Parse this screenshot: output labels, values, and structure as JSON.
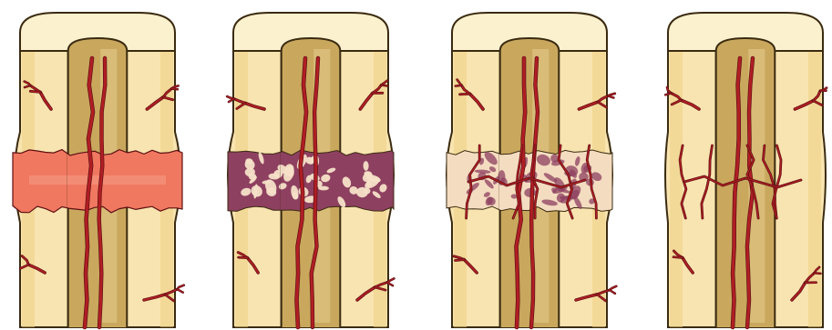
{
  "diagram": {
    "stages": [
      {
        "id": "stage-1",
        "callus": "hematoma",
        "revascularized": false
      },
      {
        "id": "stage-2",
        "callus": "fibrocartilaginous",
        "revascularized": false
      },
      {
        "id": "stage-3",
        "callus": "bony",
        "revascularized": true
      },
      {
        "id": "stage-4",
        "callus": "remodeled",
        "revascularized": true
      }
    ],
    "colors": {
      "outline": "#3a2a10",
      "cap": "#fbf1cf",
      "bone_shaft": "#f8e4b0",
      "bone_shaft_edge": "#efcf84",
      "marrow_cavity": "#c9a85e",
      "marrow_highlight": "#e2c98a",
      "vessel": "#b01e24",
      "vessel_outline": "#5e0f12",
      "hematoma": "#f07860",
      "hematoma_light": "#f5a08a",
      "fibrocartilage": "#8e4060",
      "fibrocartilage_spot": "#f6e0c8",
      "spongy_bone": "#f4dcc0",
      "vessel_thin": "#c54a3e"
    }
  }
}
